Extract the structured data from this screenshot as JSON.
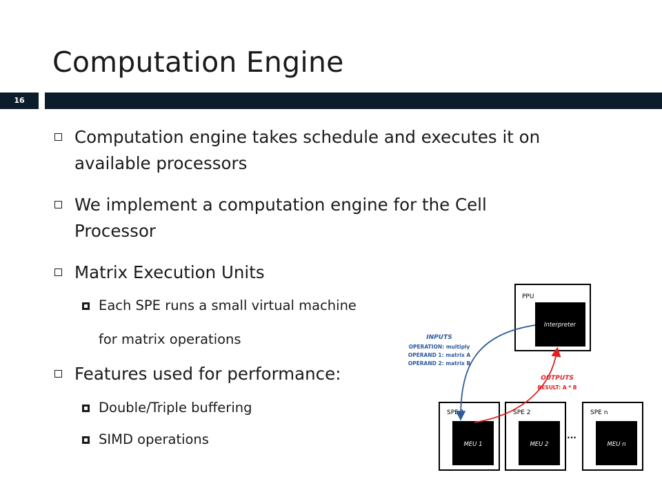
{
  "slide": {
    "title": "Computation Engine",
    "slide_number": "16"
  },
  "bullets": [
    {
      "line1": "Computation engine takes schedule and executes it on",
      "line2": "available processors"
    },
    {
      "line1": "We implement a computation engine for the Cell",
      "line2": "Processor"
    },
    {
      "line1": "Matrix Execution Units"
    },
    {
      "sub": "Each SPE runs a small virtual machine",
      "sub_cont": "for matrix operations"
    },
    {
      "line1": "Features used for performance:"
    },
    {
      "sub": "Double/Triple buffering"
    },
    {
      "sub": "SIMD operations"
    }
  ],
  "diagram": {
    "ppu_label": "PPU",
    "interpreter_label": "Interpreter",
    "inputs_title": "INPUTS",
    "inputs_lines": [
      "OPERATION: multiply",
      "OPERAND 1: matrix A",
      "OPERAND 2: matrix B"
    ],
    "outputs_title": "OUTPUTS",
    "outputs_line": "RESULT: A * B",
    "spe1_label": "SPE 1",
    "spe2_label": "SPE 2",
    "spen_label": "SPE n",
    "meu1_label": "MEU 1",
    "meu2_label": "MEU 2",
    "meun_label": "MEU n",
    "ellipsis": "...",
    "colors": {
      "inputs": "#2e5a9c",
      "outputs": "#e0201f",
      "box": "#000000"
    }
  }
}
